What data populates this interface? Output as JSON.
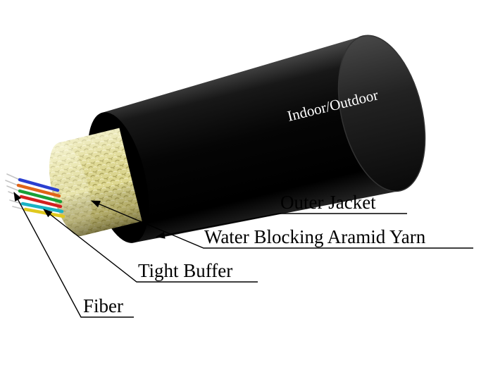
{
  "diagram": {
    "jacket_label": "Indoor/Outdoor",
    "callouts": {
      "outer_jacket": "Outer Jacket",
      "aramid_yarn": "Water Blocking Aramid Yarn",
      "tight_buffer": "Tight Buffer",
      "fiber": "Fiber"
    },
    "colors": {
      "background": "#ffffff",
      "jacket_highlight": "#4a4a4a",
      "jacket_dark": "#050505",
      "jacket_bottom_sheen": "#262626",
      "cap_top": "#474747",
      "cap_bottom": "#0a0a0a",
      "yarn_base": "#ded890",
      "yarn_light": "#f4f0c8",
      "yarn_dark": "#a89f55",
      "jacket_text": "#ffffff",
      "label_text": "#000000",
      "leader_line": "#000000",
      "bare_fiber": "#c4c4c4",
      "fiber_colors": [
        "#2a3fd0",
        "#e06418",
        "#18a038",
        "#d42020",
        "#19b2c4",
        "#e0c81e"
      ]
    }
  }
}
